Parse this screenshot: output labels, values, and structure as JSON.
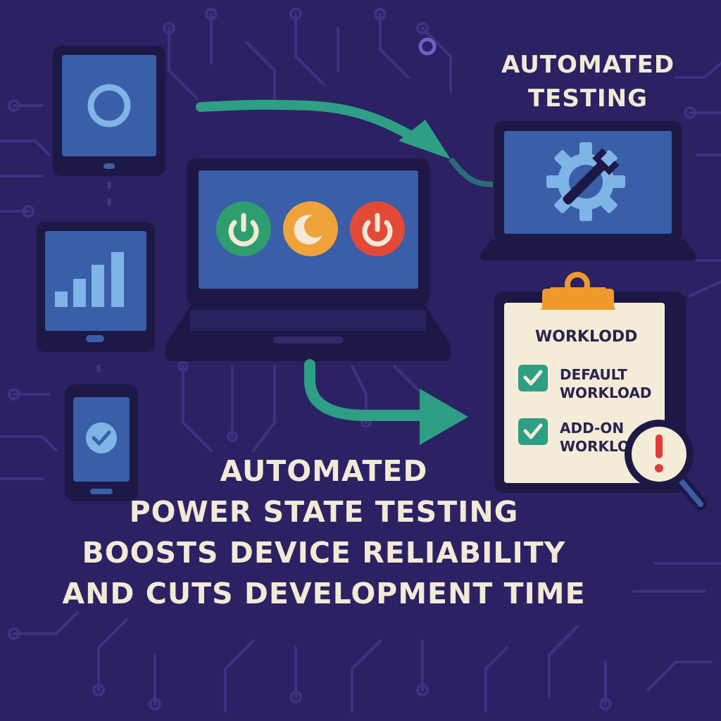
{
  "banner": {
    "top_title_line1": "AUTOMATED",
    "top_title_line2": "TESTING",
    "headline_line1": "AUTOMATED",
    "headline_line2": "POWER STATE TESTING",
    "headline_line3": "BOOSTS DEVICE RELIABILITY",
    "headline_line4": "AND CUTS DEVELOPMENT TIME"
  },
  "checklist": {
    "heading": "WORKLODD",
    "items": [
      {
        "line1": "DEFAULT",
        "line2": "WORKLOAD",
        "checked": true
      },
      {
        "line1": "ADD-ON",
        "line2": "WORKLOAD",
        "checked": true
      }
    ]
  },
  "icons": {
    "tablet_top": "circle-icon",
    "tablet_middle": "bar-chart-icon",
    "phone": "check-circle-icon",
    "laptop_buttons": [
      "power-on-icon",
      "sleep-icon",
      "power-off-icon"
    ],
    "laptop_right": "gear-wrench-icon",
    "alert": "exclamation-icon",
    "magnifier": "magnifier-icon"
  },
  "colors": {
    "background": "#2b2163",
    "screen": "#3a5ea8",
    "device_frame": "#1d1845",
    "arrow": "#2e9e85",
    "power_on": "#2e9e6f",
    "sleep": "#f0a23a",
    "power_off": "#e24a37",
    "gear": "#7fb4e6",
    "clipboard_paper": "#f5ecd8",
    "clip": "#ee9a2c",
    "check": "#2e9e85",
    "alert": "#e03a3a",
    "text": "#f3e9d6"
  }
}
